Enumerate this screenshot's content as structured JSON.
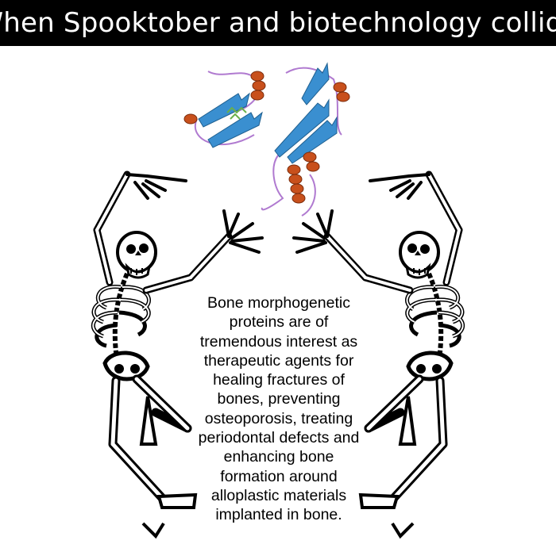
{
  "title": "When Spooktober and biotechnology collide",
  "caption_lines": [
    "Bone morphogenetic",
    "proteins are of",
    "tremendous interest as",
    "therapeutic agents for",
    "healing fractures of",
    "bones, preventing",
    "osteoporosis, treating",
    "periodontal defects and",
    "enhancing bone",
    "formation around",
    "alloplastic materials",
    "implanted in bone."
  ],
  "colors": {
    "title_background": "#000000",
    "title_text": "#ffffff",
    "beta_strand": "#3a8fd0",
    "alpha_helix": "#c8501c",
    "loop": "#b07ad0",
    "ligand": "#6ab04a"
  },
  "icons": {
    "protein": "protein-ribbon-structure",
    "skeleton_left": "dancing-skeleton",
    "skeleton_right": "dancing-skeleton"
  }
}
